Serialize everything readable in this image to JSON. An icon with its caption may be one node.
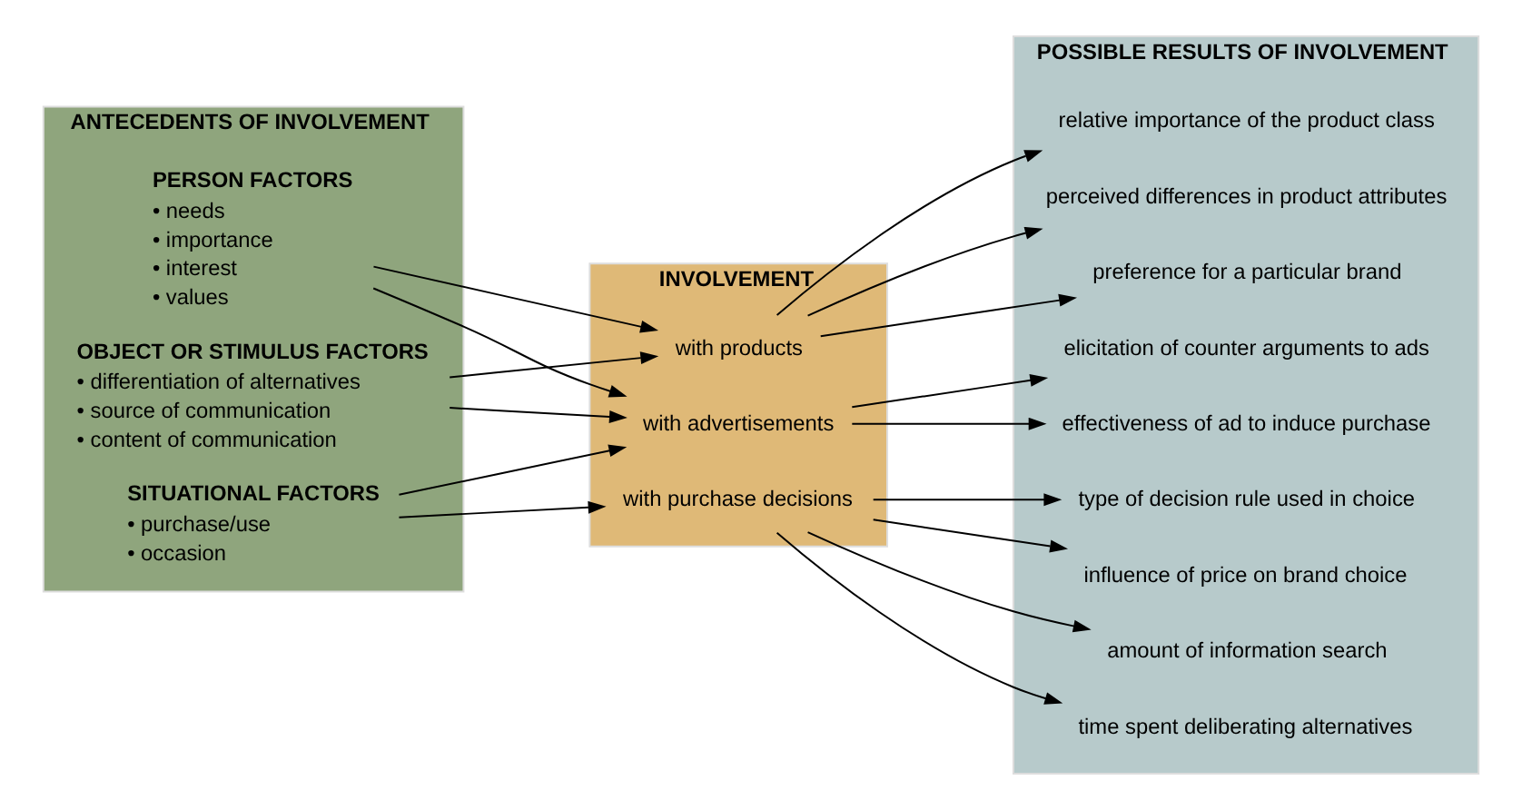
{
  "diagram": {
    "nodes": [
      {
        "text": [
          "ANTECEDENTS OF INVOLVEMENT"
        ]
      },
      {
        "text": [
          "PERSON FACTORS",
          "• needs",
          "• importance",
          "• interest",
          "• values"
        ],
        "in": 0
      },
      {
        "text": [
          "OBJECT OR STIMULUS FACTORS",
          "• differentiation of alternatives",
          "• source of communication",
          "• content of communication"
        ],
        "in": 0
      },
      {
        "text": [
          "SITUATIONAL FACTORS",
          "• purchase/use",
          "• occasion"
        ],
        "in": 0
      },
      {
        "text": [
          "INVOLVEMENT"
        ]
      },
      {
        "text": [
          "with advertisements"
        ],
        "in": 4
      },
      {
        "text": [
          "with products"
        ],
        "in": 4
      },
      {
        "text": [
          "with purchase decisions"
        ],
        "in": 4
      },
      {
        "text": [
          "POSSIBLE RESULTS OF INVOLVEMENT"
        ]
      },
      {
        "text": [
          "elicitation of counter arguments to ads"
        ],
        "in": 8
      },
      {
        "text": [
          "effectiveness of ad to induce purchase"
        ],
        "in": 8
      },
      {
        "text": [
          "relative importance of the product class"
        ],
        "in": 8
      },
      {
        "text": [
          "perceived differences in product attributes"
        ],
        "in": 8
      },
      {
        "text": [
          "preference for a particular brand"
        ],
        "in": 8
      },
      {
        "text": [
          "influence of price on brand choice"
        ],
        "in": 8
      },
      {
        "text": [
          "amount of information search"
        ],
        "in": 8
      },
      {
        "text": [
          "time spent deliberating alternatives"
        ],
        "in": 8
      },
      {
        "text": [
          "type of decision rule used in choice"
        ],
        "in": 8
      }
    ],
    "edges": [
      {
        "from": 1,
        "to": 5,
        "arrow": "to"
      },
      {
        "from": 1,
        "to": 6,
        "arrow": "to"
      },
      {
        "from": 2,
        "to": 5,
        "arrow": "to"
      },
      {
        "from": 2,
        "to": 6,
        "arrow": "to"
      },
      {
        "from": 3,
        "to": 5,
        "arrow": "to"
      },
      {
        "from": 3,
        "to": 7,
        "arrow": "to"
      },
      {
        "from": 5,
        "to": 9,
        "arrow": "to"
      },
      {
        "from": 5,
        "to": 10,
        "arrow": "to"
      },
      {
        "from": 6,
        "to": 11,
        "arrow": "to"
      },
      {
        "from": 6,
        "to": 12,
        "arrow": "to"
      },
      {
        "from": 6,
        "to": 13,
        "arrow": "to"
      },
      {
        "from": 7,
        "to": 14,
        "arrow": "to"
      },
      {
        "from": 7,
        "to": 15,
        "arrow": "to"
      },
      {
        "from": 7,
        "to": 16,
        "arrow": "to"
      },
      {
        "from": 7,
        "to": 17,
        "arrow": "to"
      }
    ]
  }
}
